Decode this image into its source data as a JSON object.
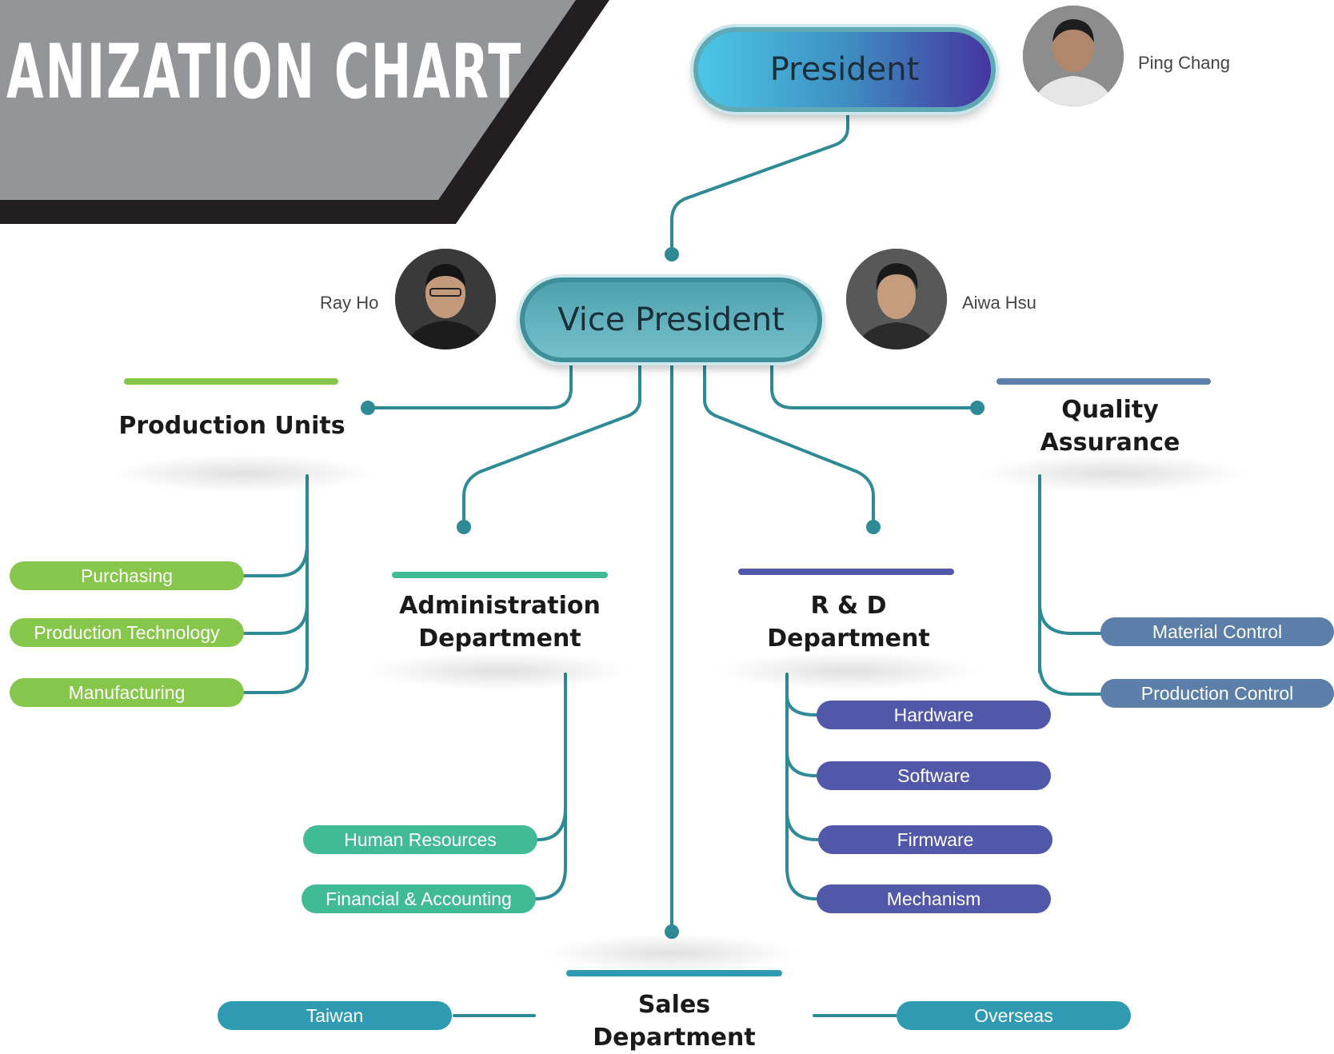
{
  "header": {
    "title": "ANIZATION CHART"
  },
  "president": {
    "label": "President",
    "person_name": "Ping Chang"
  },
  "vice_president": {
    "label": "Vice President",
    "left_person_name": "Ray Ho",
    "right_person_name": "Aiwa Hsu"
  },
  "departments": {
    "production_units": {
      "title": "Production Units",
      "accent": "#86c64a",
      "units": [
        "Purchasing",
        "Production Technology",
        "Manufacturing"
      ]
    },
    "administration": {
      "title_line1": "Administration",
      "title_line2": "Department",
      "accent": "#41bb95",
      "units": [
        "Human Resources",
        "Financial & Accounting"
      ]
    },
    "rnd": {
      "title_line1": "R & D",
      "title_line2": "Department",
      "accent": "#5158a9",
      "units": [
        "Hardware",
        "Software",
        "Firmware",
        "Mechanism"
      ]
    },
    "quality_assurance": {
      "title_line1": "Quality",
      "title_line2": "Assurance",
      "accent": "#5b7fa9",
      "units": [
        "Material Control",
        "Production Control"
      ]
    },
    "sales": {
      "title_line1": "Sales",
      "title_line2": "Department",
      "accent": "#2e9bb3",
      "units": [
        "Taiwan",
        "Overseas"
      ]
    }
  },
  "colors": {
    "connector": "#2e8a94",
    "banner_gray": "#939598",
    "banner_dark": "#231f20"
  }
}
